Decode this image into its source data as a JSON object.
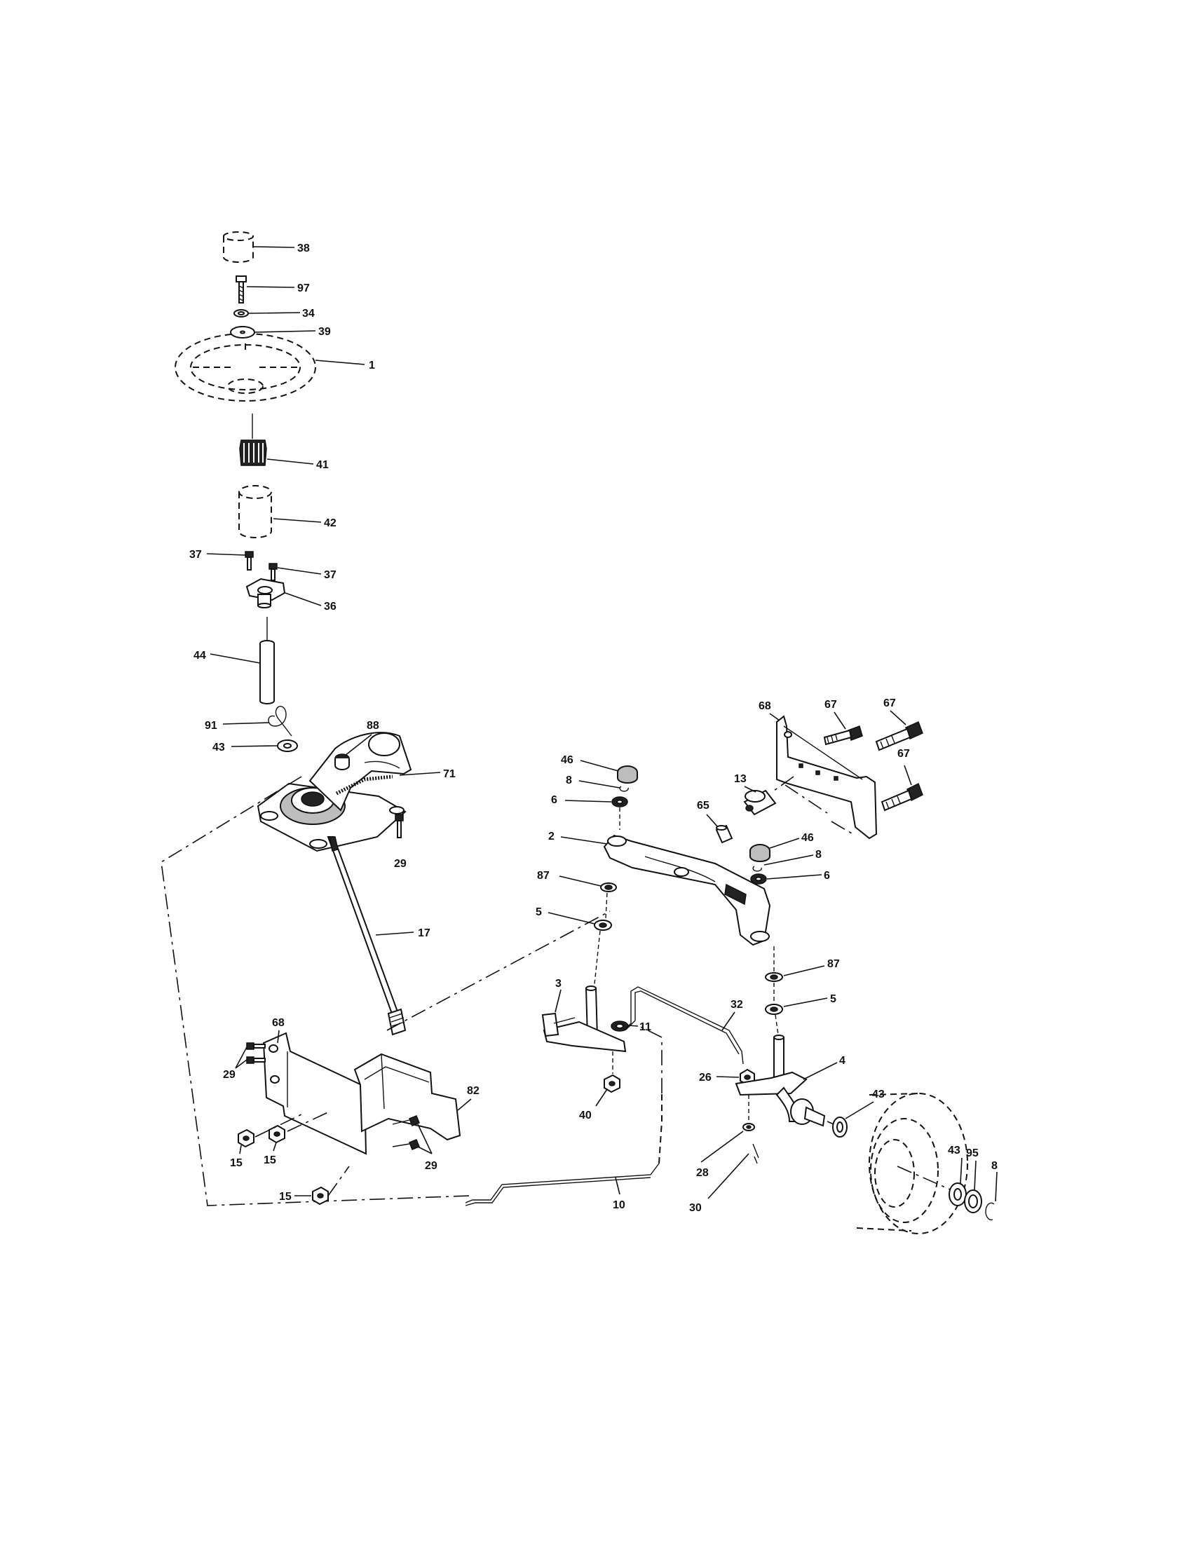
{
  "callouts": {
    "c38": "38",
    "c97": "97",
    "c34": "34",
    "c39": "39",
    "c1": "1",
    "c41": "41",
    "c42": "42",
    "c37a": "37",
    "c37b": "37",
    "c36": "36",
    "c44": "44",
    "c91": "91",
    "c43a": "43",
    "c88": "88",
    "c71": "71",
    "c29a": "29",
    "c17": "17",
    "c68a": "68",
    "c29b": "29",
    "c29c": "29",
    "c82": "82",
    "c15a": "15",
    "c15b": "15",
    "c15c": "15",
    "c10": "10",
    "c46a": "46",
    "c8a": "8",
    "c6a": "6",
    "c2": "2",
    "c87a": "87",
    "c5a": "5",
    "c3": "3",
    "c11": "11",
    "c40": "40",
    "c32": "32",
    "c26": "26",
    "c28": "28",
    "c30": "30",
    "c4": "4",
    "c87b": "87",
    "c5b": "5",
    "c46b": "46",
    "c8b": "8",
    "c6b": "6",
    "c65": "65",
    "c13": "13",
    "c68b": "68",
    "c67a": "67",
    "c67b": "67",
    "c67c": "67",
    "c43b": "43",
    "c43c": "43",
    "c95": "95",
    "c8c": "8"
  }
}
